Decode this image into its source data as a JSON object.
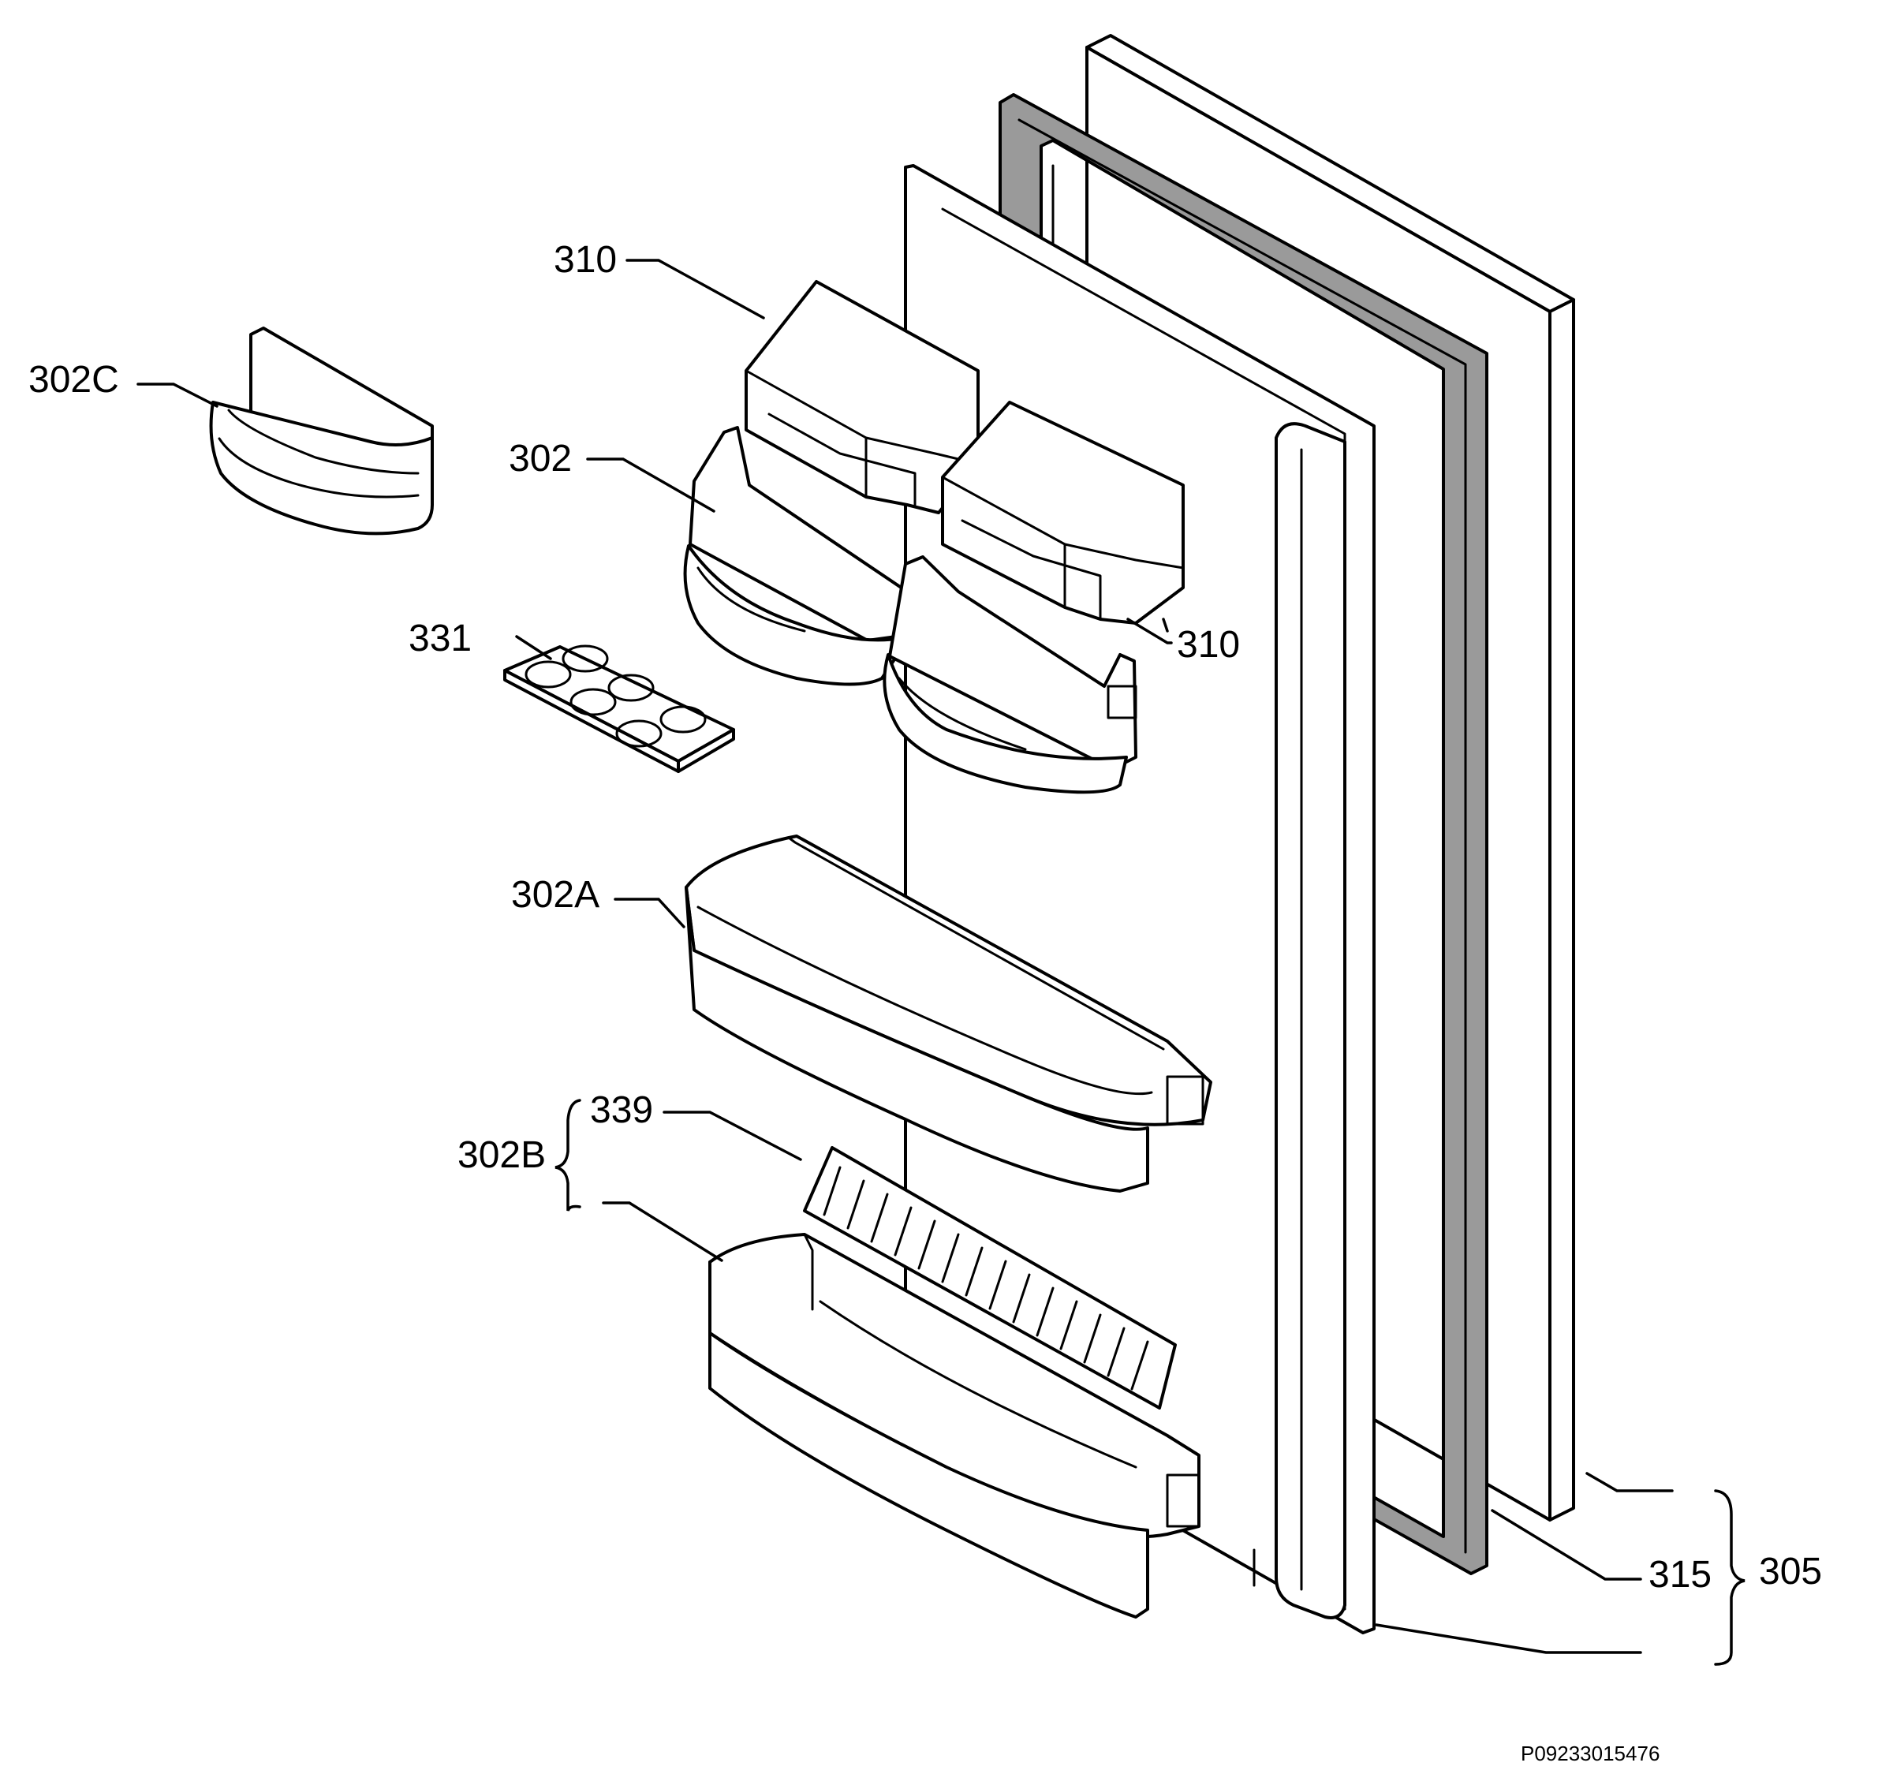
{
  "diagram": {
    "labels": {
      "l310_top": "310",
      "l302c": "302C",
      "l302": "302",
      "l310_right": "310",
      "l331": "331",
      "l302a": "302A",
      "l339": "339",
      "l302b": "302B",
      "l315": "315",
      "l305": "305"
    },
    "drawing_code": "P09233015476"
  }
}
